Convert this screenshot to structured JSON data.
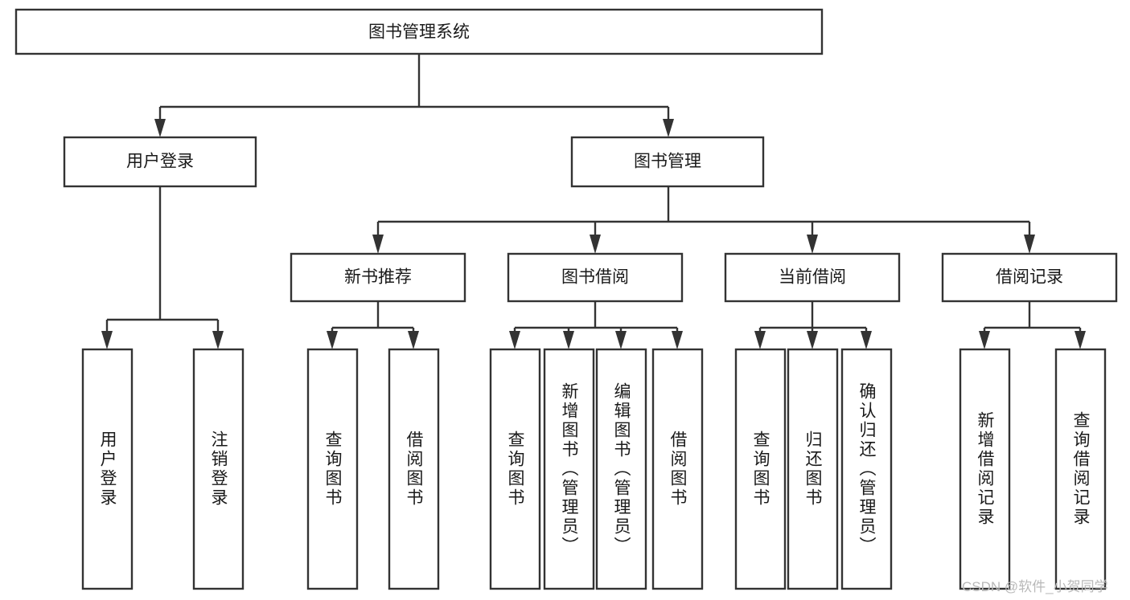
{
  "diagram": {
    "type": "tree-hierarchy-chart",
    "title": "图书管理系统",
    "orientation": "top-down",
    "colors": {
      "box_stroke": "#333333",
      "box_fill": "#ffffff",
      "text": "#1a1a1a",
      "connector": "#333333",
      "watermark": "#b9b9b9",
      "background": "#ffffff"
    },
    "root": {
      "label": "图书管理系统"
    },
    "level2": [
      {
        "label": "用户登录"
      },
      {
        "label": "图书管理"
      }
    ],
    "level3": [
      {
        "label": "新书推荐"
      },
      {
        "label": "图书借阅"
      },
      {
        "label": "当前借阅"
      },
      {
        "label": "借阅记录"
      }
    ],
    "leaves": {
      "user_login": [
        {
          "label": "用户登录"
        },
        {
          "label": "注销登录"
        }
      ],
      "new_book_recommend": [
        {
          "label": "查询图书"
        },
        {
          "label": "借阅图书"
        }
      ],
      "book_borrow": [
        {
          "label": "查询图书"
        },
        {
          "label": "新增图书（管理员）"
        },
        {
          "label": "编辑图书（管理员）"
        },
        {
          "label": "借阅图书"
        }
      ],
      "current_borrow": [
        {
          "label": "查询图书"
        },
        {
          "label": "归还图书"
        },
        {
          "label": "确认归还（管理员）"
        }
      ],
      "borrow_record": [
        {
          "label": "新增借阅记录"
        },
        {
          "label": "查询借阅记录"
        }
      ]
    }
  },
  "watermark": {
    "text": "CSDN @软件_小贺同学"
  }
}
